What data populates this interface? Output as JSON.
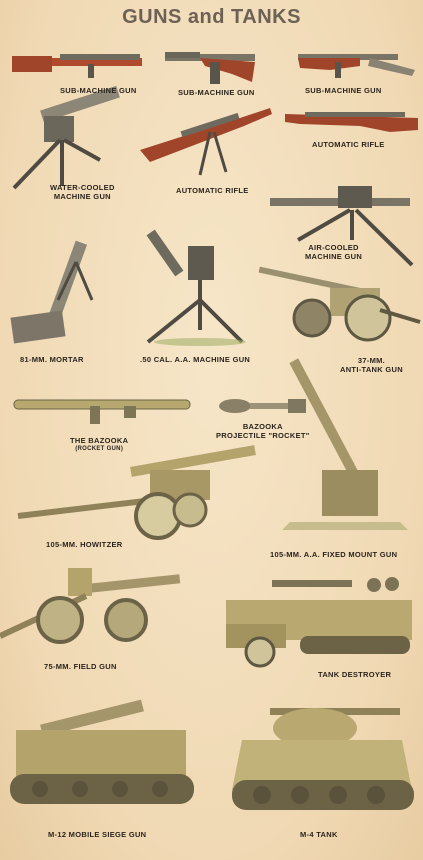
{
  "title": "GUNS and TANKS",
  "items": [
    {
      "label": "SUB-MACHINE GUN"
    },
    {
      "label": "SUB-MACHINE GUN"
    },
    {
      "label": "SUB-MACHINE GUN"
    },
    {
      "label_line1": "WATER-COOLED",
      "label_line2": "MACHINE GUN"
    },
    {
      "label": "AUTOMATIC RIFLE"
    },
    {
      "label": "AUTOMATIC RIFLE"
    },
    {
      "label_line1": "AIR-COOLED",
      "label_line2": "MACHINE GUN"
    },
    {
      "label": "81-MM. MORTAR"
    },
    {
      "label": ".50 CAL. A.A. MACHINE GUN"
    },
    {
      "label_line1": "37-MM.",
      "label_line2": "ANTI-TANK GUN"
    },
    {
      "label": "THE BAZOOKA",
      "sublabel": "(ROCKET GUN)"
    },
    {
      "label_line1": "BAZOOKA",
      "label_line2": "PROJECTILE \"ROCKET\""
    },
    {
      "label": "105-MM. HOWITZER"
    },
    {
      "label": "105-MM. A.A. FIXED MOUNT GUN"
    },
    {
      "label": "75-MM. FIELD GUN"
    },
    {
      "label": "TANK DESTROYER"
    },
    {
      "label": "M-12 MOBILE SIEGE GUN"
    },
    {
      "label": "M-4 TANK"
    }
  ],
  "colors": {
    "paper": "#f3dfbf",
    "olive": "#b7a568",
    "olive_dark": "#7d6f43",
    "gun_gray": "#8c8676",
    "wood": "#a0452a",
    "ink": "#2b241e",
    "title": "#6d6155"
  }
}
